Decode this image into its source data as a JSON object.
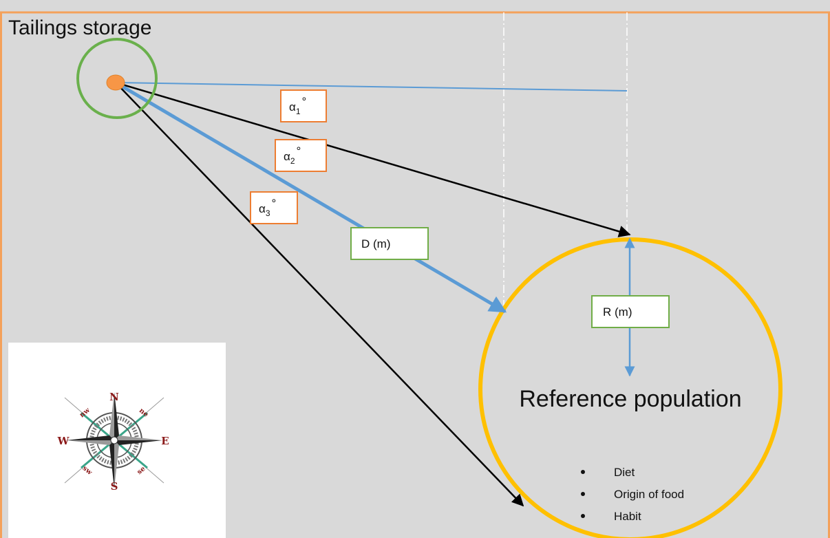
{
  "title": "Tailings storage",
  "labels": {
    "alpha1": {
      "symbol": "α",
      "sub": "1",
      "sup": "°"
    },
    "alpha2": {
      "symbol": "α",
      "sub": "2",
      "sup": "°"
    },
    "alpha3": {
      "symbol": "α",
      "sub": "3",
      "sup": "°"
    },
    "distance": "D (m)",
    "radius": "R (m)"
  },
  "population": {
    "title": "Reference population",
    "bullets": [
      "Diet",
      "Origin of food",
      "Habit"
    ]
  },
  "compass": {
    "n": "N",
    "e": "E",
    "s": "S",
    "w": "W",
    "ne": "ne",
    "nw": "nw",
    "se": "se",
    "sw": "sw"
  },
  "colors": {
    "background": "#d9d9d9",
    "frame": "#f4a15a",
    "source_ring": "#6ab04c",
    "source_point": "#f79646",
    "population_ring": "#ffc000",
    "distance_arrow": "#5b9bd5",
    "direction_arrow": "#000000",
    "angle_box_border": "#ed7d31",
    "dimension_box_border": "#70ad47"
  }
}
